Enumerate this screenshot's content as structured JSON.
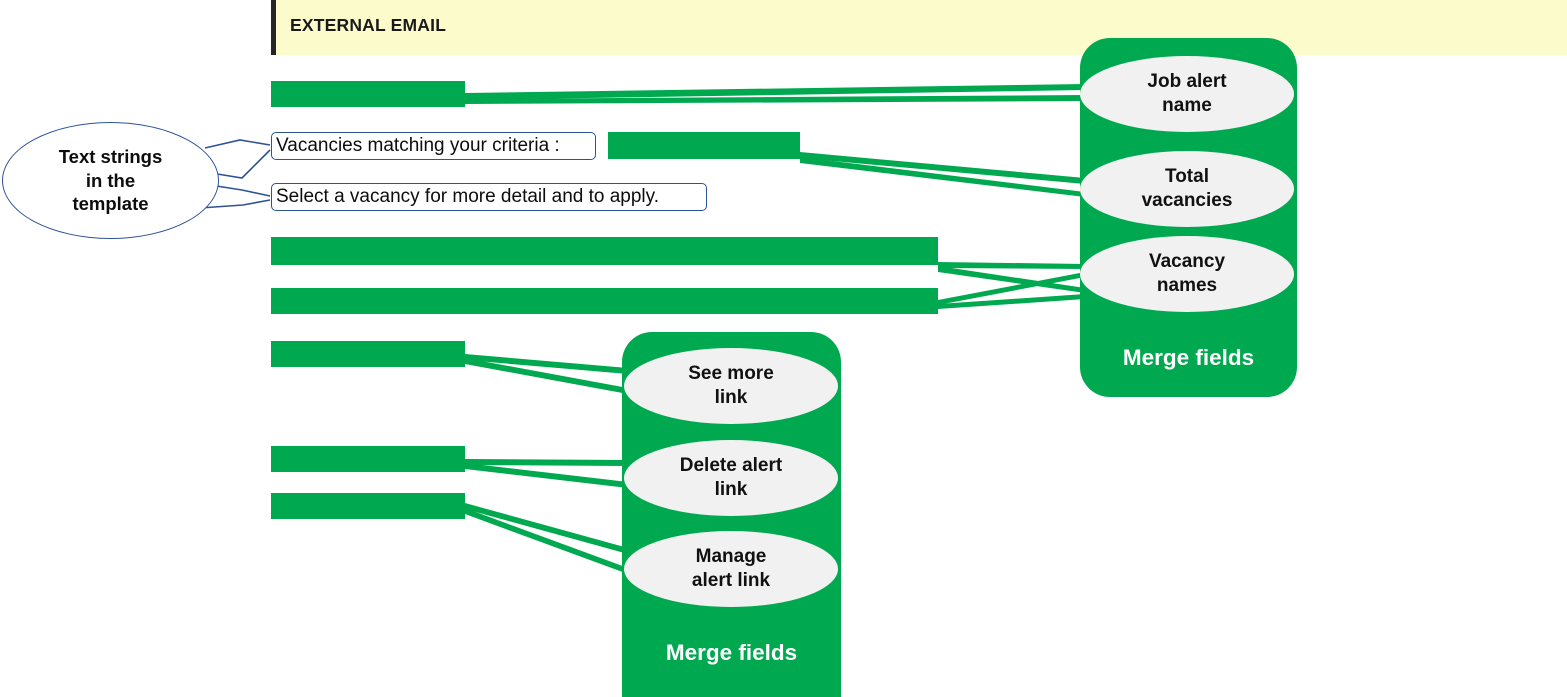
{
  "banner": {
    "label": "EXTERNAL EMAIL",
    "background_color": "#FCFBCB",
    "accent_color": "#262626"
  },
  "colors": {
    "green": "#00A94F",
    "ellipse_fill": "#F1F1F1",
    "blue_outline": "#2E5395",
    "text": "#111111"
  },
  "callout": {
    "label": "Text strings in the template",
    "line1": "Text strings",
    "line2": "in the",
    "line3": "template"
  },
  "text_strings": [
    {
      "id": "vacancies-criteria",
      "text": "Vacancies matching your criteria :"
    },
    {
      "id": "select-vacancy",
      "text": "Select a vacancy for more detail and to apply."
    }
  ],
  "redacted_bars": [
    {
      "id": "bar-job-alert-name",
      "label": "redacted-job-alert-name"
    },
    {
      "id": "bar-total-vacancies",
      "label": "redacted-total-vacancies"
    },
    {
      "id": "bar-vacancy-name-1",
      "label": "redacted-vacancy-name-1"
    },
    {
      "id": "bar-vacancy-name-2",
      "label": "redacted-vacancy-name-2"
    },
    {
      "id": "bar-see-more-link",
      "label": "redacted-see-more-link"
    },
    {
      "id": "bar-delete-alert-link",
      "label": "redacted-delete-alert-link"
    },
    {
      "id": "bar-manage-alert-link",
      "label": "redacted-manage-alert-link"
    }
  ],
  "merge_fields_upper": {
    "title": "Merge fields",
    "items": [
      {
        "id": "job-alert-name",
        "line1": "Job alert",
        "line2": "name",
        "label": "Job alert name"
      },
      {
        "id": "total-vacancies",
        "line1": "Total",
        "line2": "vacancies",
        "label": "Total vacancies"
      },
      {
        "id": "vacancy-names",
        "line1": "Vacancy",
        "line2": "names",
        "label": "Vacancy names"
      }
    ]
  },
  "merge_fields_lower": {
    "title": "Merge fields",
    "items": [
      {
        "id": "see-more-link",
        "line1": "See more",
        "line2": "link",
        "label": "See more link"
      },
      {
        "id": "delete-alert-link",
        "line1": "Delete alert",
        "line2": "link",
        "label": "Delete alert link"
      },
      {
        "id": "manage-alert-link",
        "line1": "Manage",
        "line2": "alert link",
        "label": "Manage alert link"
      }
    ]
  }
}
